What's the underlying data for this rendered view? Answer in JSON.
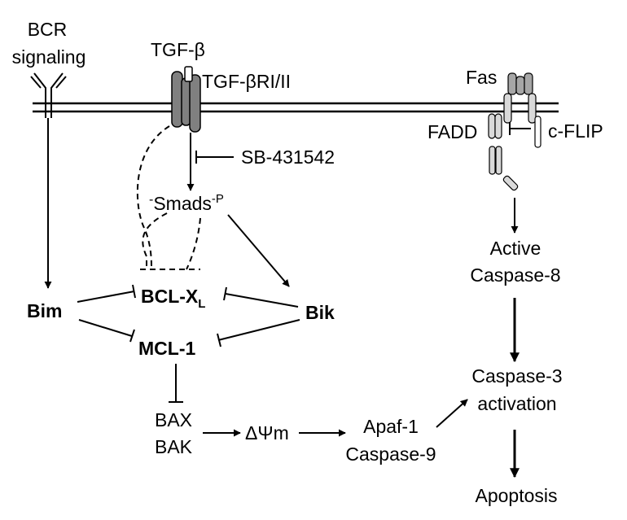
{
  "labels": {
    "bcr_line1": "BCR",
    "bcr_line2": "signaling",
    "tgfb": "TGF-β",
    "tgfb_receptor": "TGF-βRI/II",
    "fas": "Fas",
    "fadd": "FADD",
    "cflip": "c-FLIP",
    "sb431542": "SB-431542",
    "smads": "Smads",
    "smads_superscript": "-P",
    "active_line1": "Active",
    "active_line2": "Caspase-8",
    "bclxl_main": "BCL-X",
    "bclxl_sub": "L",
    "bim": "Bim",
    "bik": "Bik",
    "mcl1": "MCL-1",
    "casp3_line1": "Caspase-3",
    "casp3_line2": "activation",
    "bax": "BAX",
    "bak": "BAK",
    "dpsim": "ΔΨm",
    "apaf1": "Apaf-1",
    "casp9": "Caspase-9",
    "apoptosis": "Apoptosis"
  },
  "colors": {
    "membrane": "#000000",
    "receptor_fill": "#808080",
    "fas_fill": "#a6a6a6",
    "light_fill": "#d9d9d9"
  }
}
